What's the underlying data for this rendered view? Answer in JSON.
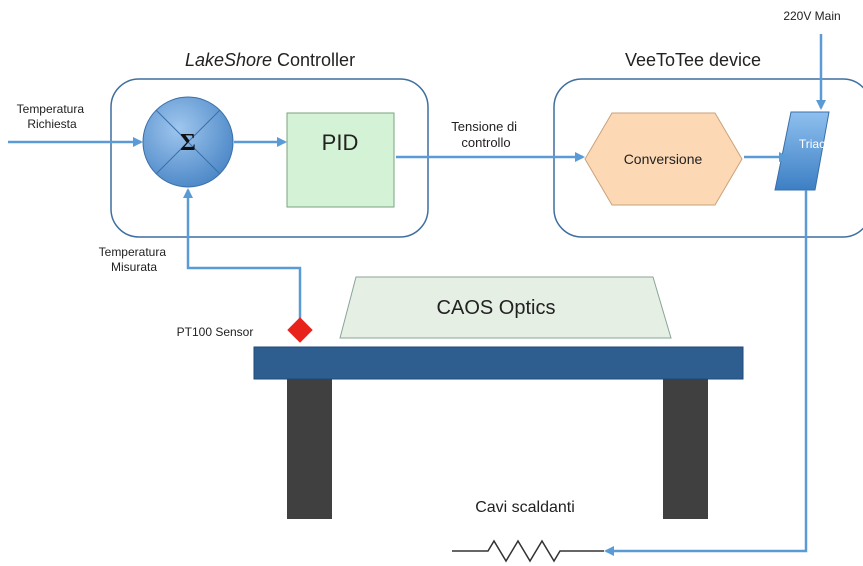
{
  "controller": {
    "brand": "LakeShore",
    "label": "Controller",
    "sum_symbol": "Σ",
    "pid_label": "PID"
  },
  "device": {
    "title": "VeeToTee device",
    "conversion_label": "Conversione",
    "triac_label": "Triac"
  },
  "signals": {
    "requested_temp_line1": "Temperatura",
    "requested_temp_line2": "Richiesta",
    "measured_temp_line1": "Temperatura",
    "measured_temp_line2": "Misurata",
    "control_voltage_line1": "Tensione di",
    "control_voltage_line2": "controllo",
    "mains": "220V Main"
  },
  "hardware": {
    "sensor_label": "PT100 Sensor",
    "optics_label": "CAOS Optics",
    "heater_label": "Cavi scaldanti"
  },
  "colors": {
    "arrow": "#5b9bd5",
    "container_stroke": "#3f6f9f",
    "pid_fill": "#d4f2d6",
    "conversion_fill": "#fcd9b4",
    "table_top": "#2e5d8f",
    "table_leg": "#404040",
    "sensor": "#e8231c",
    "optics_fill": "#e6efe3"
  }
}
